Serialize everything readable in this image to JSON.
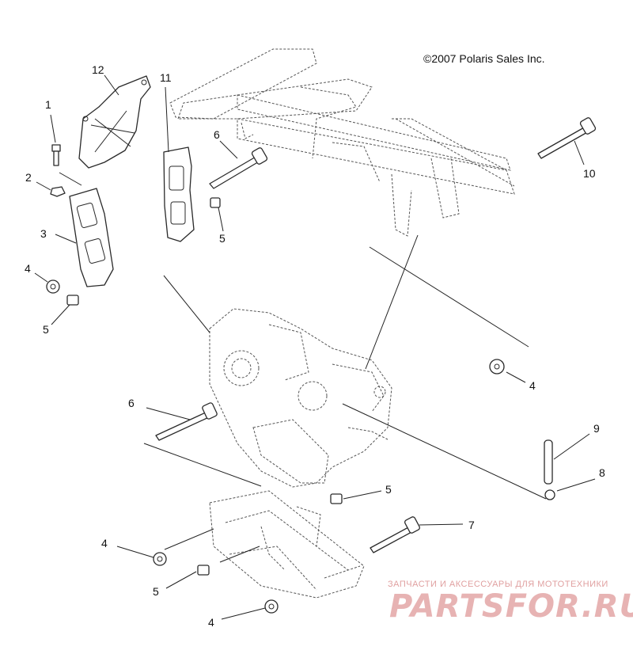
{
  "copyright": "©2007 Polaris Sales Inc.",
  "watermark": {
    "subtitle": "ЗАПЧАСТИ И АКСЕССУАРЫ ДЛЯ МОТОТЕХНИКИ",
    "logo_text": "PARTSFOR.RU",
    "color": "#e7b3b3"
  },
  "callouts": [
    {
      "id": "c12",
      "label": "12"
    },
    {
      "id": "c11",
      "label": "11"
    },
    {
      "id": "c1",
      "label": "1"
    },
    {
      "id": "c2",
      "label": "2"
    },
    {
      "id": "c3",
      "label": "3"
    },
    {
      "id": "c4a",
      "label": "4"
    },
    {
      "id": "c5a",
      "label": "5"
    },
    {
      "id": "c6a",
      "label": "6"
    },
    {
      "id": "c5b",
      "label": "5"
    },
    {
      "id": "c10",
      "label": "10"
    },
    {
      "id": "c4b",
      "label": "4"
    },
    {
      "id": "c6b",
      "label": "6"
    },
    {
      "id": "c9",
      "label": "9"
    },
    {
      "id": "c8",
      "label": "8"
    },
    {
      "id": "c5c",
      "label": "5"
    },
    {
      "id": "c7",
      "label": "7"
    },
    {
      "id": "c4c",
      "label": "4"
    },
    {
      "id": "c5d",
      "label": "5"
    },
    {
      "id": "c4d",
      "label": "4"
    }
  ]
}
